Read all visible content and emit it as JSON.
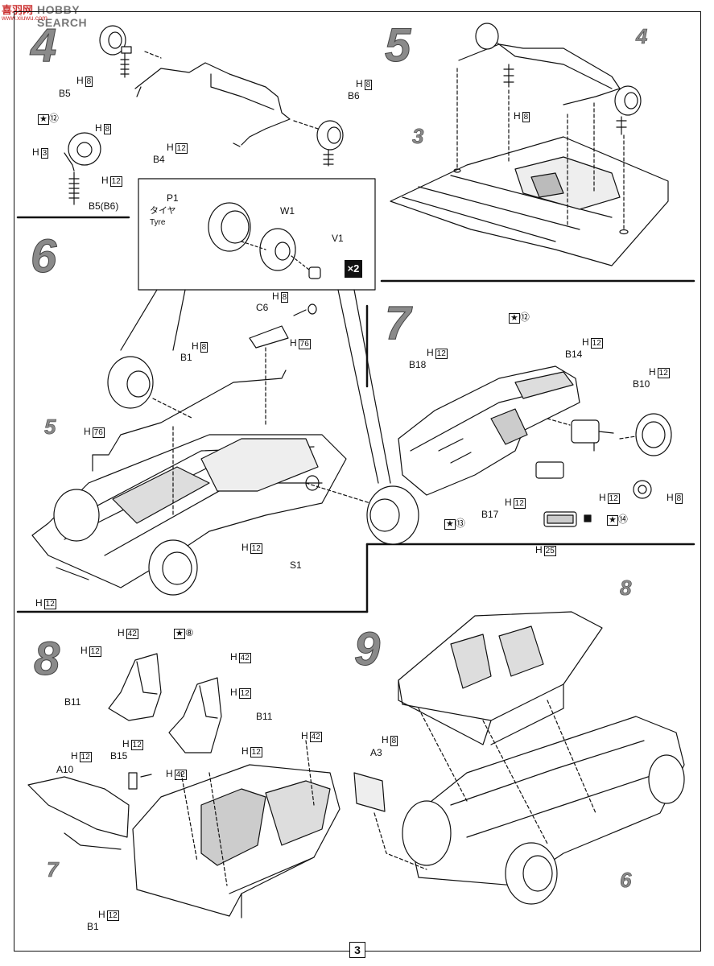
{
  "watermark": {
    "logo": "喜羽网",
    "text": "HOBBY SEARCH",
    "url": "www.xiuwu.com"
  },
  "page_number": "3",
  "steps": {
    "s4": {
      "num": "4",
      "labels": {
        "h8": "H",
        "h8v": "8",
        "b5": "B5",
        "b6": "B6",
        "h8b": "H",
        "h8bv": "8",
        "h12": "H",
        "h12v": "12",
        "b4": "B4",
        "star": "★",
        "c12": "⑫",
        "h8c": "H",
        "h8cv": "8",
        "h3": "H",
        "h3v": "3",
        "h12c": "H",
        "h12cv": "12",
        "b5b6": "B5(B6)"
      }
    },
    "s5": {
      "num": "5",
      "ref4": "4",
      "ref3": "3",
      "h8": "H",
      "h8v": "8"
    },
    "s6": {
      "num": "6",
      "ref5": "5",
      "inset": {
        "p1": "P1",
        "tyre_jp": "タイヤ",
        "tyre_en": "Tyre",
        "w1": "W1",
        "v1": "V1",
        "x2": "×2"
      },
      "labels": {
        "h8": "H",
        "h8v": "8",
        "c6": "C6",
        "h76": "H",
        "h76v": "76",
        "h8b": "H",
        "h8bv": "8",
        "b1": "B1",
        "h76b": "H",
        "h76bv": "76",
        "h12": "H",
        "h12v": "12",
        "s1": "S1",
        "h12b": "H",
        "h12bv": "12"
      }
    },
    "s7": {
      "num": "7",
      "labels": {
        "star12": "★",
        "c12": "⑫",
        "h12a": "H",
        "h12av": "12",
        "b18": "B18",
        "h12b": "H",
        "h12bv": "12",
        "b14": "B14",
        "h12c": "H",
        "h12cv": "12",
        "b10": "B10",
        "h12d": "H",
        "h12dv": "12",
        "h8": "H",
        "h8v": "8",
        "h12e": "H",
        "h12ev": "12",
        "b17": "B17",
        "star13": "★",
        "c13": "⑬",
        "h25": "H",
        "h25v": "25",
        "star14": "★",
        "c14": "⑭"
      }
    },
    "s8": {
      "num": "8",
      "ref7": "7",
      "labels": {
        "h42a": "H",
        "h42av": "42",
        "star8": "★",
        "c8": "⑧",
        "h12a": "H",
        "h12av": "12",
        "h42b": "H",
        "h42bv": "42",
        "h12b": "H",
        "h12bv": "12",
        "b11a": "B11",
        "b11b": "B11",
        "h12c": "H",
        "h12cv": "12",
        "h42c": "H",
        "h42cv": "42",
        "h12d": "H",
        "h12dv": "12",
        "b15": "B15",
        "h12e": "H",
        "h12ev": "12",
        "a10": "A10",
        "h42d": "H",
        "h42dv": "42",
        "h12f": "H",
        "h12fv": "12",
        "b1": "B1"
      }
    },
    "s9": {
      "num": "9",
      "ref8": "8",
      "ref6": "6",
      "h8": "H",
      "h8v": "8",
      "a3": "A3"
    }
  },
  "colors": {
    "ink": "#111111",
    "grey_numeral": "#8a8a8a",
    "shade": "#cfcfcf"
  }
}
